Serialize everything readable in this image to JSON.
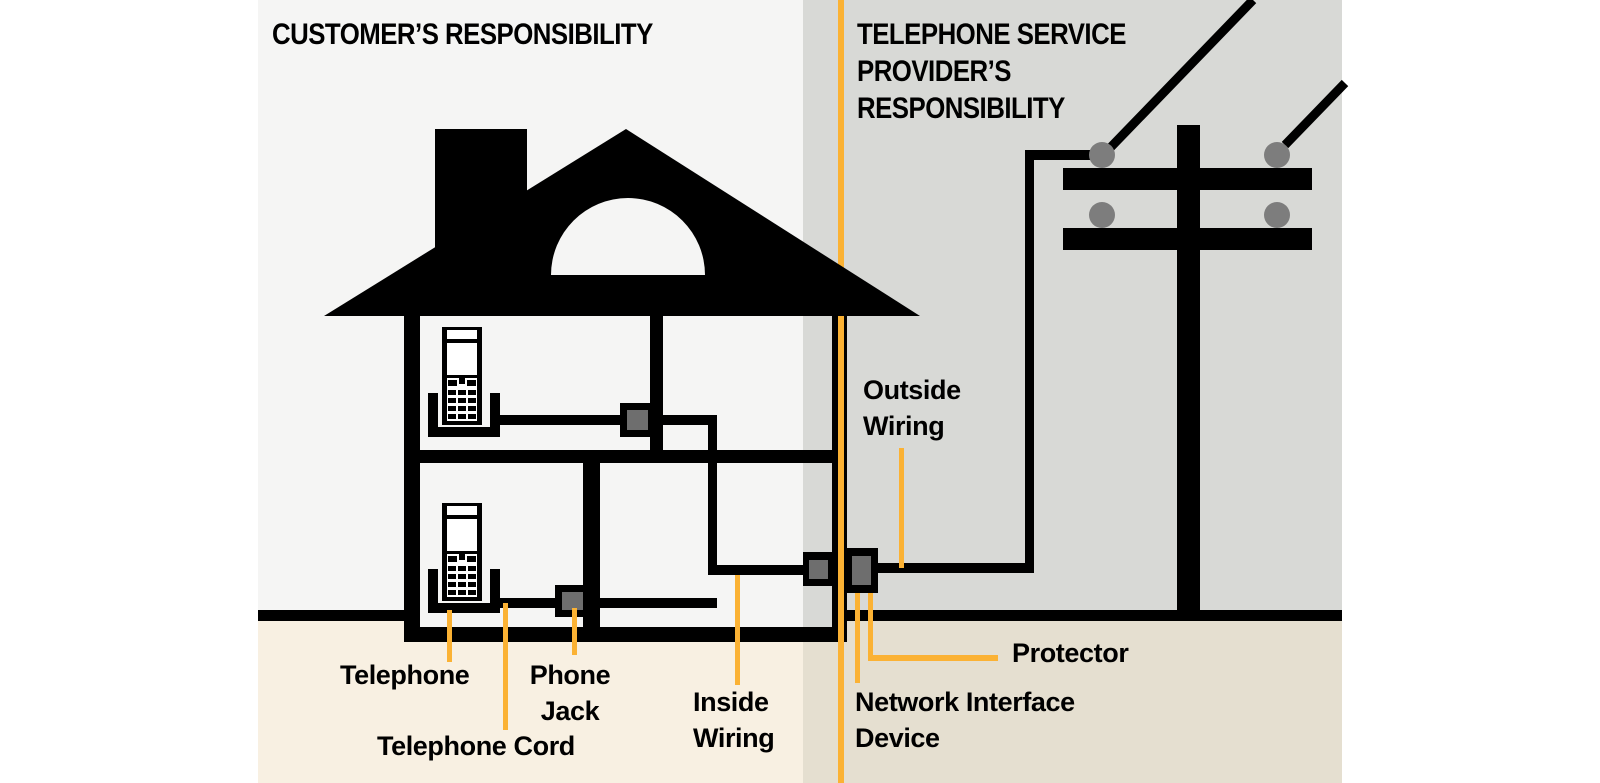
{
  "headings": {
    "customer": "CUSTOMER’S RESPONSIBILITY",
    "provider_lines": [
      "TELEPHONE SERVICE",
      "PROVIDER’S",
      "RESPONSIBILITY"
    ]
  },
  "labels": {
    "telephone": "Telephone",
    "phone_jack_lines": [
      "Phone",
      "Jack"
    ],
    "telephone_cord": "Telephone Cord",
    "inside_wiring_lines": [
      "Inside",
      "Wiring"
    ],
    "outside_wiring_lines": [
      "Outside",
      "Wiring"
    ],
    "protector": "Protector",
    "network_interface_lines": [
      "Network Interface",
      "Device"
    ]
  },
  "components": [
    "house-icon",
    "roof-icon",
    "chimney-icon",
    "dormer-window-icon",
    "cordless-telephone-icon",
    "telephone-cradle-icon",
    "phone-jack-icon",
    "network-interface-device-icon",
    "protector-icon",
    "telephone-pole-icon",
    "crossarm-icon",
    "insulator-icon",
    "drop-wire-icon",
    "responsibility-divider-line"
  ],
  "palette": {
    "ink": "#000000",
    "accent": "#FBB234",
    "device_gray": "#6e6e6e",
    "insulator_gray": "#7d7d7d",
    "customer_sky": "#f5f5f4",
    "provider_sky": "#d8d9d6",
    "customer_ground": "#f8f0e2",
    "provider_ground": "#e5dfd0"
  }
}
